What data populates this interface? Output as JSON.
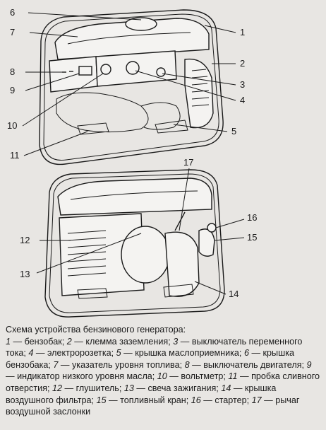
{
  "diagram": {
    "top_labels": [
      {
        "num": "6"
      },
      {
        "num": "7"
      },
      {
        "num": "1"
      },
      {
        "num": "2"
      },
      {
        "num": "8"
      },
      {
        "num": "9"
      },
      {
        "num": "3"
      },
      {
        "num": "4"
      },
      {
        "num": "10"
      },
      {
        "num": "5"
      },
      {
        "num": "11"
      }
    ],
    "bottom_labels": [
      {
        "num": "17"
      },
      {
        "num": "16"
      },
      {
        "num": "12"
      },
      {
        "num": "15"
      },
      {
        "num": "13"
      },
      {
        "num": "14"
      }
    ]
  },
  "caption": {
    "title": "Схема устройства бензинового генератора:",
    "items": [
      {
        "n": "1",
        "t": "бензобак;"
      },
      {
        "n": "2",
        "t": "клемма заземления;"
      },
      {
        "n": "3",
        "t": "выключатель переменного тока;"
      },
      {
        "n": "4",
        "t": "электророзетка;"
      },
      {
        "n": "5",
        "t": "крышка маслоприемника;"
      },
      {
        "n": "6",
        "t": "крышка бензобака;"
      },
      {
        "n": "7",
        "t": "указатель уровня топлива;"
      },
      {
        "n": "8",
        "t": "выключатель двигателя;"
      },
      {
        "n": "9",
        "t": "индикатор низкого уровня масла;"
      },
      {
        "n": "10",
        "t": "вольтметр;"
      },
      {
        "n": "11",
        "t": "пробка сливного отверстия;"
      },
      {
        "n": "12",
        "t": "глушитель;"
      },
      {
        "n": "13",
        "t": "свеча зажигания;"
      },
      {
        "n": "14",
        "t": "крышка воздушного фильтра;"
      },
      {
        "n": "15",
        "t": "топливный кран;"
      },
      {
        "n": "16",
        "t": "стартер;"
      },
      {
        "n": "17",
        "t": "рычаг воздушной заслонки"
      }
    ]
  }
}
